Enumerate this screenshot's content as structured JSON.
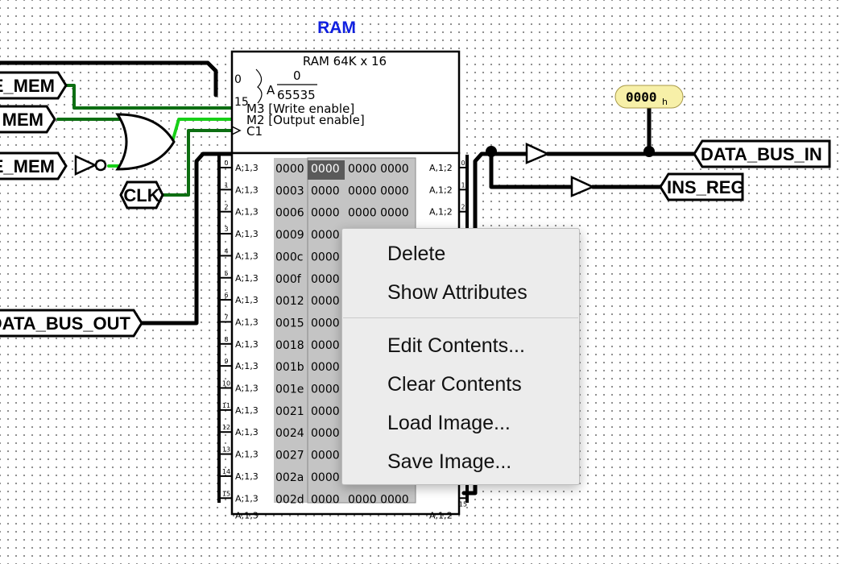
{
  "circuit": {
    "component_title": "RAM",
    "ram_label": "RAM 64K x 16",
    "addr_bus_lo": "0",
    "addr_bus_hi": "15",
    "addr_symbol": "A",
    "addr_range_min": "0",
    "addr_range_max": "65535",
    "write_enable_label": "M3 [Write enable]",
    "output_enable_label": "M2 [Output enable]",
    "clock_label": "C1",
    "input_pin_labels": [
      "E_MEM",
      "MEM",
      "E_MEM"
    ],
    "clk_label": "CLK",
    "data_bus_out_label": "DATA_BUS_OUT",
    "data_bus_in_label": "DATA_BUS_IN",
    "ins_reg_label": "INS_REG",
    "probe_value": "0000",
    "probe_suffix": "h",
    "data_in_bits": [
      "0",
      "1",
      "2",
      "3",
      "4",
      "5",
      "6",
      "7",
      "8",
      "9",
      "10",
      "11",
      "12",
      "13",
      "14",
      "15"
    ],
    "data_in_row_label": "A;1,3",
    "data_out_row_label": "A,1;2",
    "data_out_bits": [
      "0",
      "1",
      "2",
      "15"
    ],
    "memory_addresses": [
      "0000",
      "0003",
      "0006",
      "0009",
      "000c",
      "000f",
      "0012",
      "0015",
      "0018",
      "001b",
      "001e",
      "0021",
      "0024",
      "0027",
      "002a",
      "002d"
    ],
    "memory_first_word": "0000",
    "memory_rest_words": "0000 0000"
  },
  "context_menu": {
    "items": [
      "Delete",
      "Show Attributes",
      "Edit Contents...",
      "Clear Contents",
      "Load Image...",
      "Save Image..."
    ]
  },
  "colors": {
    "wire_dark_green": "#0d6e12",
    "wire_bright_green": "#18d018",
    "wire_bus": "#000000",
    "probe_fill": "#f7f0a8",
    "title_color": "#1020e0",
    "memory_grey": "#c4c4c4",
    "memory_selected": "#5a5a5a"
  }
}
